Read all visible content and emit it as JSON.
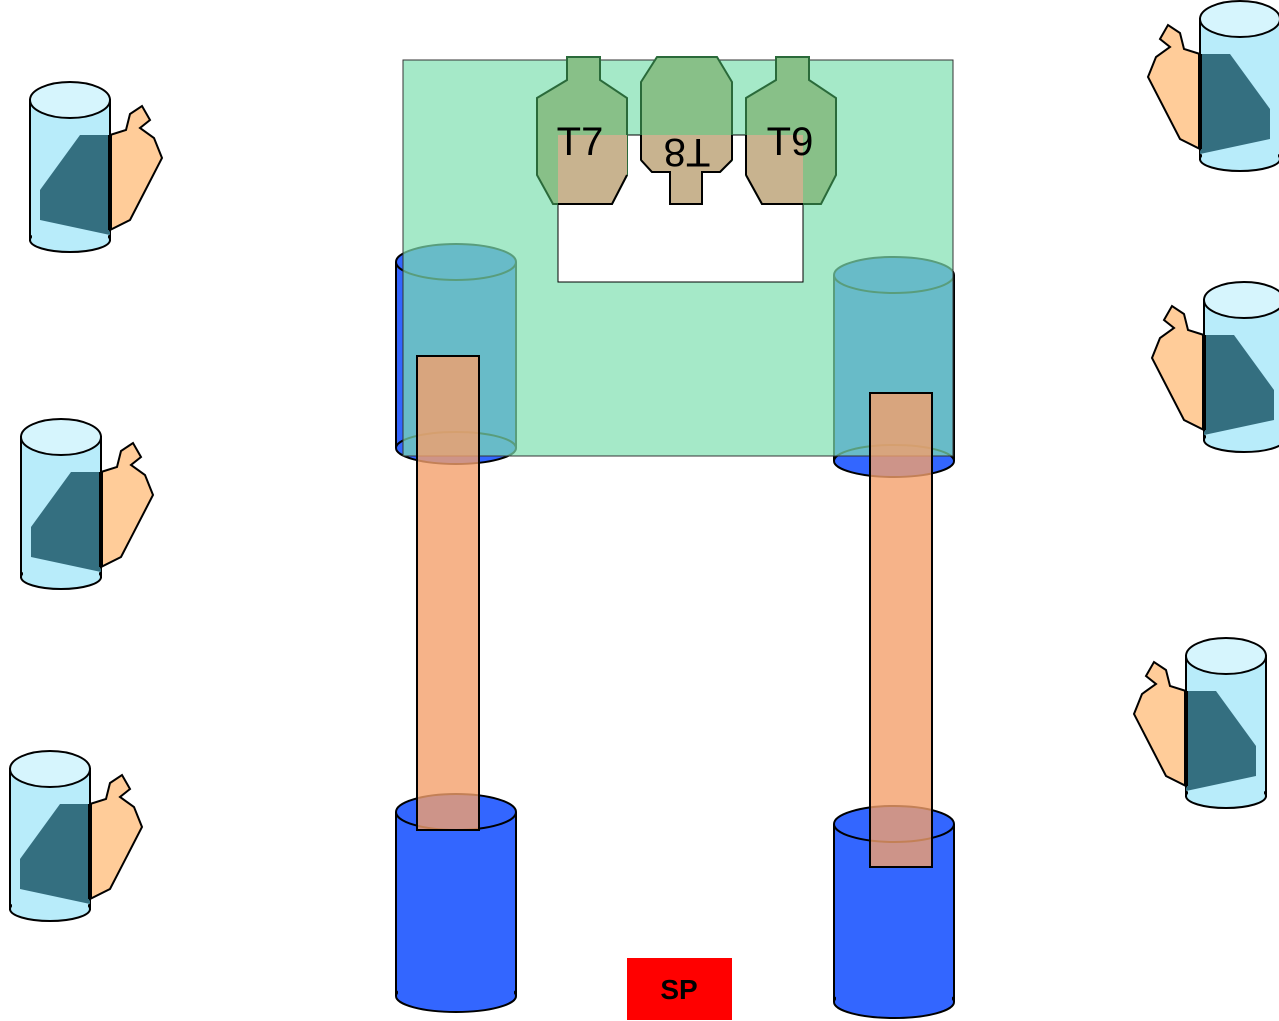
{
  "targets": [
    {
      "label": "T7"
    },
    {
      "label": "T8"
    },
    {
      "label": "T9"
    }
  ],
  "sp_marker": {
    "label": "SP"
  },
  "colors": {
    "zone_fill": "#7fe0b0",
    "barrel_blue": "#3366ff",
    "ramp_orange": "#f4a06c",
    "target_green": "#88c088",
    "target_tan": "#c8b38f",
    "cup_light": "#b8ecfa",
    "cup_shadow": "#346f80",
    "hand_skin": "#ffcc99",
    "sp_red": "#ff0000"
  }
}
